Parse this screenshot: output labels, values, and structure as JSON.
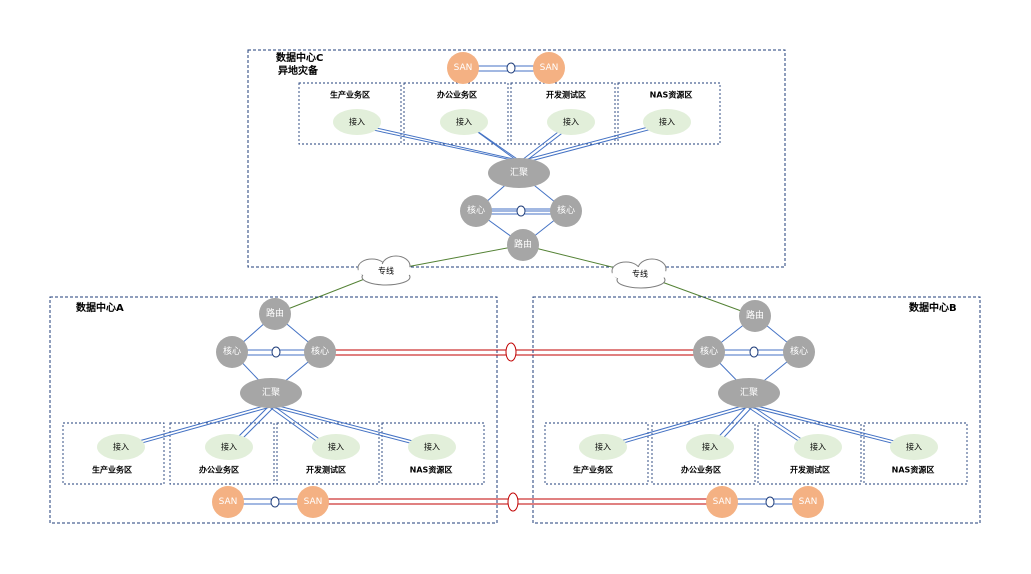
{
  "center_c": {
    "title": "数据中心C",
    "subtitle": "异地灾备",
    "zones": [
      "生产业务区",
      "办公业务区",
      "开发测试区",
      "NAS资源区"
    ]
  },
  "center_a": {
    "title": "数据中心A",
    "zones": [
      "生产业务区",
      "办公业务区",
      "开发测试区",
      "NAS资源区"
    ]
  },
  "center_b": {
    "title": "数据中心B",
    "zones": [
      "生产业务区",
      "办公业务区",
      "开发测试区",
      "NAS资源区"
    ]
  },
  "nodes": {
    "san": "SAN",
    "access": "接入",
    "aggregation": "汇聚",
    "core": "核心",
    "router": "路由"
  },
  "links": {
    "dedicated_line": "专线"
  },
  "colors": {
    "switch_gray": "#a6a6a6",
    "access_green": "#e2efda",
    "san_orange": "#f4b183",
    "border_navy": "#1f3d7a",
    "link_blue": "#4472c4",
    "link_red": "#c00000",
    "link_green": "#548235"
  }
}
